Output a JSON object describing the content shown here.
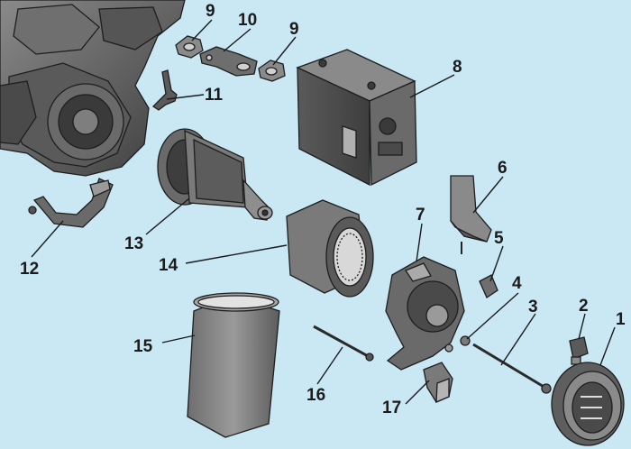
{
  "diagram": {
    "background": "#c9e8f4",
    "part_fill_dark": "#4a4a4a",
    "part_fill_mid": "#7a7a7a",
    "part_fill_light": "#b8b8b8",
    "callouts": [
      {
        "id": "c1",
        "label": "1"
      },
      {
        "id": "c2",
        "label": "2"
      },
      {
        "id": "c3",
        "label": "3"
      },
      {
        "id": "c4",
        "label": "4"
      },
      {
        "id": "c5",
        "label": "5"
      },
      {
        "id": "c6",
        "label": "6"
      },
      {
        "id": "c7",
        "label": "7"
      },
      {
        "id": "c8",
        "label": "8"
      },
      {
        "id": "c9a",
        "label": "9"
      },
      {
        "id": "c9b",
        "label": "9"
      },
      {
        "id": "c10",
        "label": "10"
      },
      {
        "id": "c11",
        "label": "11"
      },
      {
        "id": "c12",
        "label": "12"
      },
      {
        "id": "c13",
        "label": "13"
      },
      {
        "id": "c14",
        "label": "14"
      },
      {
        "id": "c15",
        "label": "15"
      },
      {
        "id": "c16",
        "label": "16"
      },
      {
        "id": "c17",
        "label": "17"
      }
    ]
  }
}
